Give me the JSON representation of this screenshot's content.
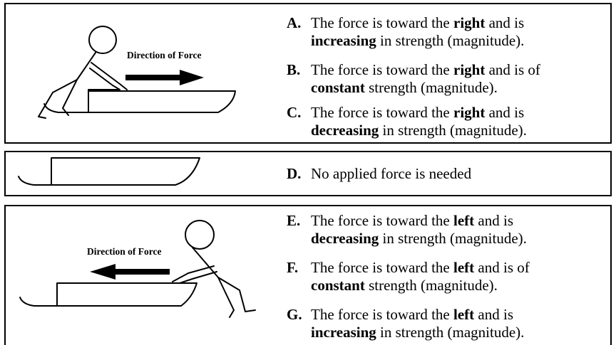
{
  "figure_labels": {
    "direction_right": "Direction of Force",
    "direction_left": "Direction of Force"
  },
  "options": [
    {
      "letter": "A.",
      "pre": "The force is toward the ",
      "dir": "right",
      "mid": " and is",
      "strength": "increasing",
      "post": " in strength (magnitude)."
    },
    {
      "letter": "B.",
      "pre": "The force is toward the ",
      "dir": "right",
      "mid": " and is of",
      "strength": "constant",
      "post": " strength (magnitude)."
    },
    {
      "letter": "C.",
      "pre": "The force is toward the ",
      "dir": "right",
      "mid": " and is",
      "strength": "decreasing",
      "post": " in strength (magnitude)."
    },
    {
      "letter": "D.",
      "text": "No applied force is needed"
    },
    {
      "letter": "E.",
      "pre": "The force is toward the ",
      "dir": "left",
      "mid": " and is",
      "strength": "decreasing",
      "post": " in strength (magnitude)."
    },
    {
      "letter": "F.",
      "pre": "The force is toward the ",
      "dir": "left",
      "mid": " and is of",
      "strength": "constant",
      "post": " strength (magnitude)."
    },
    {
      "letter": "G.",
      "pre": "The force is toward the ",
      "dir": "left",
      "mid": " and is",
      "strength": "increasing",
      "post": " in strength (magnitude)."
    }
  ]
}
